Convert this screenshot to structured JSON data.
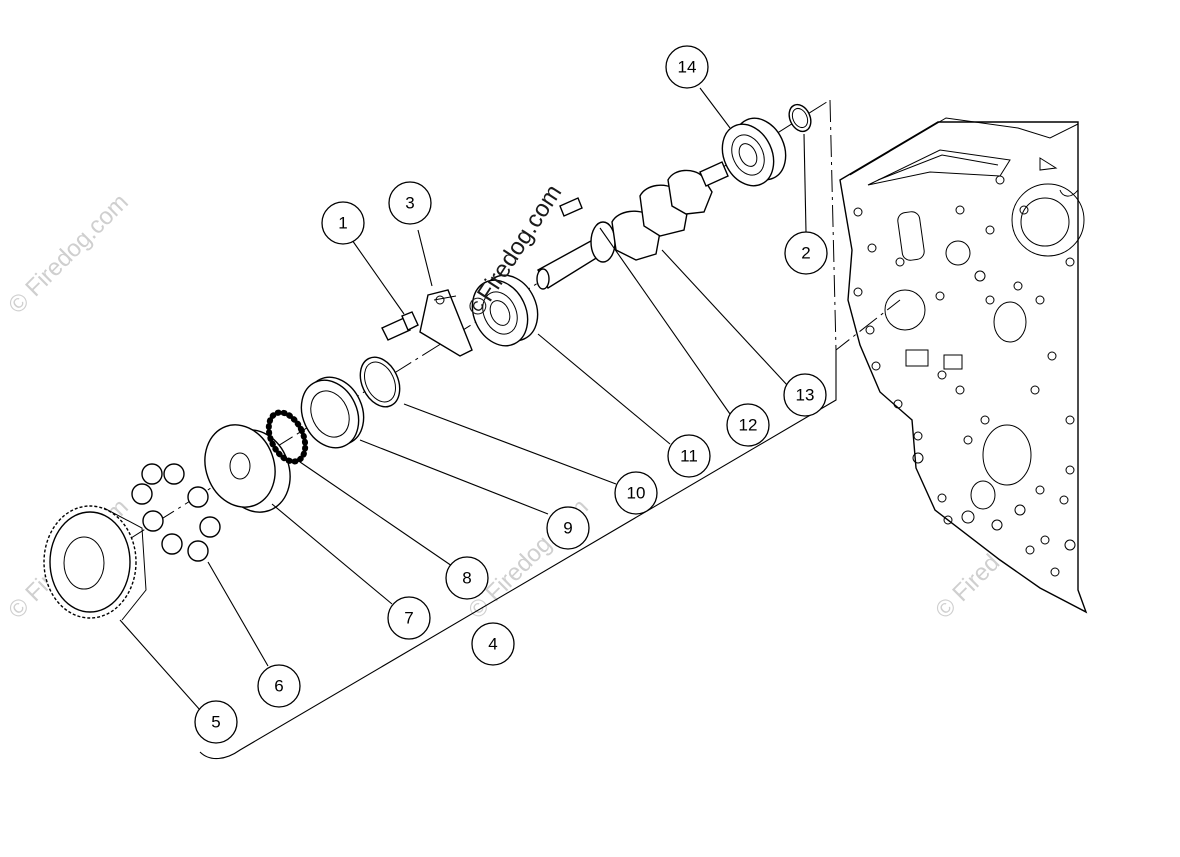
{
  "callouts": [
    {
      "id": "1",
      "label": "1"
    },
    {
      "id": "2",
      "label": "2"
    },
    {
      "id": "3",
      "label": "3"
    },
    {
      "id": "4",
      "label": "4"
    },
    {
      "id": "5",
      "label": "5"
    },
    {
      "id": "6",
      "label": "6"
    },
    {
      "id": "7",
      "label": "7"
    },
    {
      "id": "8",
      "label": "8"
    },
    {
      "id": "9",
      "label": "9"
    },
    {
      "id": "10",
      "label": "10"
    },
    {
      "id": "11",
      "label": "11"
    },
    {
      "id": "12",
      "label": "12"
    },
    {
      "id": "13",
      "label": "13"
    },
    {
      "id": "14",
      "label": "14"
    }
  ],
  "watermark": {
    "text": "© Firedog.com",
    "center_text": "©Firedog.com"
  },
  "colors": {
    "line": "#000000",
    "watermark": "#cfcfcf",
    "background": "#ffffff"
  }
}
